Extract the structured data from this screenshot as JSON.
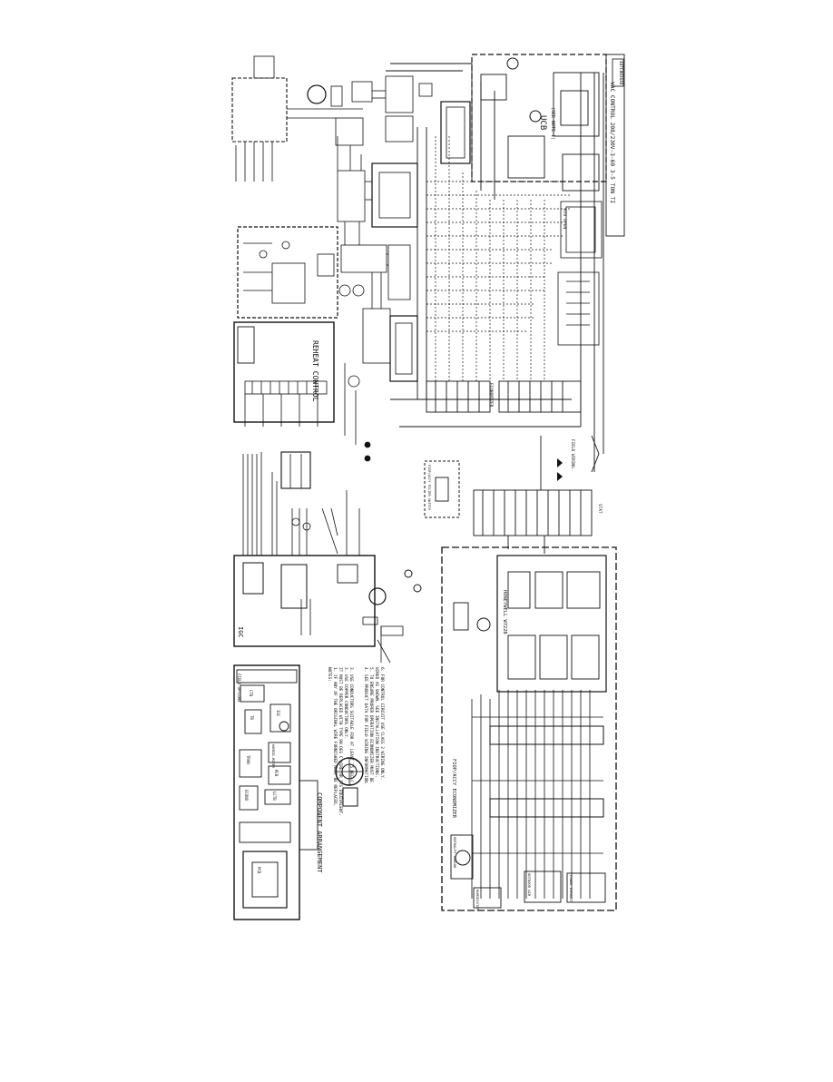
{
  "title_block": {
    "title": "VAC CONTROL 208/230V-3-60 3-5 TON TI",
    "doc_number": "48TC003648"
  },
  "component_arrangement": {
    "heading": "COMPONENT ARRANGEMENT",
    "boxes": [
      "FIELD OPTIONS",
      "CTB",
      "TB",
      "IGC",
      "TRAN",
      "HUMIDI-MIZER",
      "RCB",
      "ECONO",
      "LCTB",
      "PCB"
    ]
  },
  "sections": {
    "igc": "IGC",
    "reheat_control": "REHEAT CONTROL",
    "ucb": "UCB",
    "see_note": "(SEE NOTE 1)",
    "economizer": "ECONOMIZER",
    "factory_econo": "FIOP/ACCY ECONOMIZER",
    "honeywell": "HONEYWELL W7220",
    "rtu_open": "RTU OPEN",
    "power_exhaust": "POWER EXHAUST",
    "enthalpy_sensor": "ENTHALPY SENSOR",
    "humidistat": "HUMIDISTAT",
    "outdoor_air": "OUTDOOR AIR",
    "field_wiring": "FIELD WIRING",
    "filter_switch": "FIOP/ACCY FILTER SWITCH",
    "stat": "STAT"
  },
  "notes": [
    "NOTES:",
    "1. IF ANY OF THE ORIGINAL WIRE FURNISHED MUST BE REPLACED,",
    "   IT MUST BE REPLACED WITH TYPE 90 DEG C WIRE OR ITS EQUIVALENT.",
    "2. USE COPPER CONDUCTORS ONLY.",
    "3. USE CONDUCTORS SUITABLE FOR AT LEAST 75 DEG C.",
    "4. SEE PRODUCT DATA FOR FIELD WIRING INFORMATION.",
    "5. TO ENSURE PROPER OPERATION ECONOMIZER MUST BE",
    "   WIRED AS SHOWN. SEE INSTALLATION INSTRUCTIONS.",
    "6. FOR CONTROL CIRCUIT USE CLASS 2 WIRING ONLY."
  ]
}
